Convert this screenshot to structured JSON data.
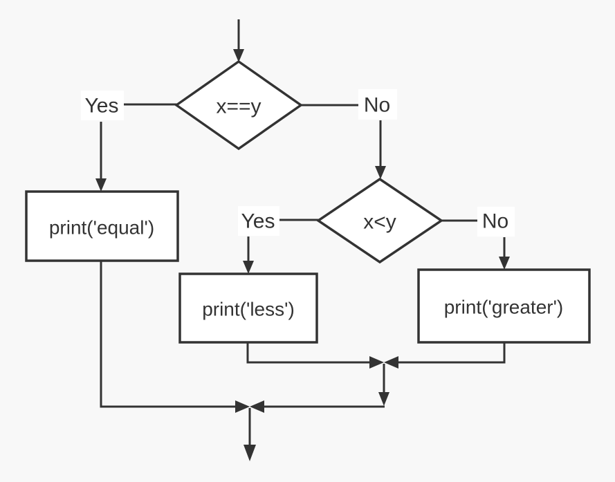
{
  "canvas": {
    "background_color": "#f8f8f8",
    "line_color": "#333333",
    "node_fill_color": "#ffffff",
    "label_bg_color": "#ffffff"
  },
  "flowchart": {
    "description": "if-elif-else comparison flowchart",
    "decision1": {
      "label": "x==y"
    },
    "decision2": {
      "label": "x<y"
    },
    "process_equal": {
      "label": "print('equal')"
    },
    "process_less": {
      "label": "print('less')"
    },
    "process_greater": {
      "label": "print('greater')"
    },
    "branch_labels": {
      "d1_yes": "Yes",
      "d1_no": "No",
      "d2_yes": "Yes",
      "d2_no": "No"
    }
  }
}
